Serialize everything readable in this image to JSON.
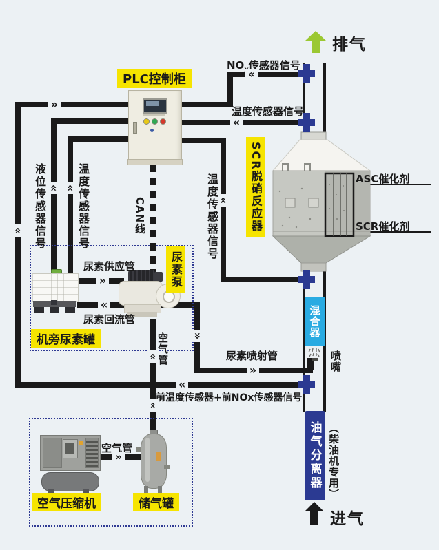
{
  "colors": {
    "background": "#ECF1F4",
    "line": "#1A1A1A",
    "label_yellow": "#F6E400",
    "mixer_cyan": "#29ABE2",
    "deep_blue": "#2B3A92",
    "exhaust_green": "#9BC832"
  },
  "symbols": {
    "arrow_left": "«",
    "arrow_right": "»"
  },
  "labels": {
    "exhaust": "排气",
    "intake": "进气",
    "nox_signal": {
      "prefix": "NO",
      "sub": "x",
      "suffix": "传感器信号"
    },
    "temp_signal_top": "温度传感器信号",
    "plc_cabinet": "PLC控制柜",
    "scr_reactor": "SCR脱硝反应器",
    "asc_catalyst": "ASC催化剂",
    "scr_catalyst": "SCR催化剂",
    "level_sensor_signal": "液位传感器信号",
    "temp_sensor_signal_left": "温度传感器信号",
    "can_line": "CAN线",
    "temp_sensor_signal_mid": "温度传感器信号",
    "urea_supply_pipe": "尿素供应管",
    "urea_pump": "尿素泵",
    "urea_return_pipe": "尿素回流管",
    "urea_tank": "机旁尿素罐",
    "mixer": "混合器",
    "air_pipe_vertical": "空气管",
    "urea_injection_pipe": "尿素喷射管",
    "nozzle": "喷嘴",
    "front_sensors_signal": "前温度传感器+前NOx传感器信号",
    "air_pipe_horizontal": "空气管",
    "air_compressor": "空气压缩机",
    "air_storage_tank": "储气罐",
    "oil_gas_separator": "油气分离器",
    "separator_note": "（柴油机专用）"
  }
}
